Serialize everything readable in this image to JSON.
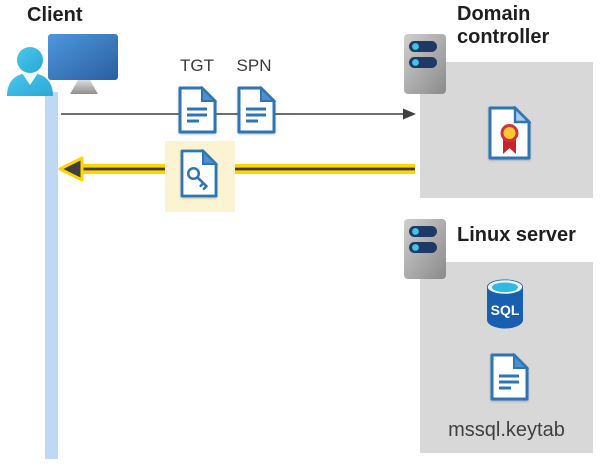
{
  "client": {
    "label": "Client"
  },
  "flow": {
    "tgt_label": "TGT",
    "spn_label": "SPN"
  },
  "domain_controller": {
    "label": "Domain controller"
  },
  "linux_server": {
    "label": "Linux server",
    "sql_badge": "SQL",
    "keytab_filename": "mssql.keytab"
  },
  "icons": {
    "client": "person-at-monitor-icon",
    "tgt_ticket": "document-ticket-icon",
    "spn_ticket": "document-ticket-icon",
    "service_ticket": "document-key-icon",
    "request_arrow": "right-arrow-gray",
    "response_arrow": "left-arrow-yellow-highlighted",
    "domain_controller": "server-icon",
    "certificate": "certificate-ribbon-icon",
    "linux_server": "server-icon",
    "database": "sql-database-cylinder-icon",
    "keytab_file": "document-icon"
  },
  "colors": {
    "accent_yellow": "#ffd400",
    "arrow_dark": "#3f3f3f",
    "arrow_gray": "#595959",
    "highlight_yellow": "#fbf3d1",
    "panel_gray": "#d8d8d8",
    "doc_blue": "#2e75b6",
    "timeline_blue": "#bfd9f4",
    "person_cyan": "#35bee0",
    "sql_blue": "#195fb0",
    "ribbon_red": "#c9252d",
    "seal_yellow": "#ffc933"
  }
}
